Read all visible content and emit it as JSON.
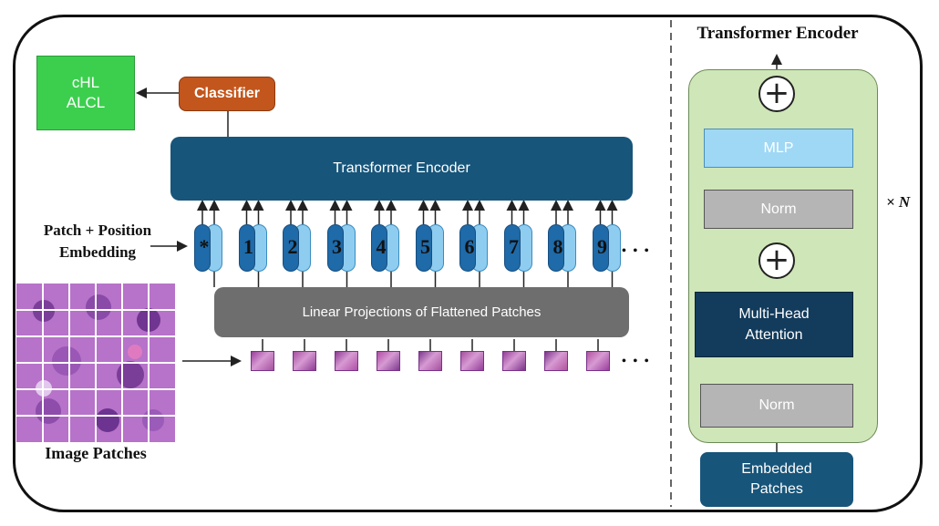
{
  "output_box": {
    "line1": "cHL",
    "line2": "ALCL",
    "color": "#3ccf4e"
  },
  "classifier": {
    "label": "Classifier",
    "color": "#c3561c"
  },
  "encoder_main": {
    "label": "Transformer Encoder",
    "color": "#17557a"
  },
  "embedding_label": {
    "line1": "Patch + Position",
    "line2": "Embedding"
  },
  "tokens": [
    "*",
    "1",
    "2",
    "3",
    "4",
    "5",
    "6",
    "7",
    "8",
    "9"
  ],
  "ellipsis": "• • •",
  "linear_projection": {
    "label": "Linear Projections of Flattened Patches",
    "color": "#6e6e6e"
  },
  "image_patches_label": "Image Patches",
  "detail": {
    "title": "Transformer Encoder",
    "mlp": "MLP",
    "norm_top": "Norm",
    "attention": {
      "line1": "Multi-Head",
      "line2": "Attention"
    },
    "norm_bottom": "Norm",
    "plus": "+",
    "repeat": "× N",
    "embedded": {
      "line1": "Embedded",
      "line2": "Patches"
    },
    "panel_color": "#cfe6b8",
    "mlp_color": "#9fd8f5",
    "norm_color": "#b5b5b5",
    "attention_color": "#123b5c"
  }
}
